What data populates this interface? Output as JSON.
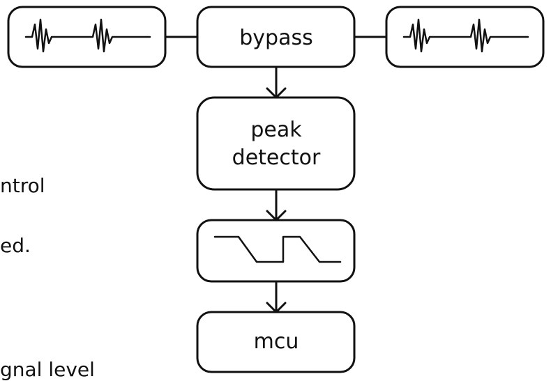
{
  "colors": {
    "stroke": "#111111",
    "background": "#ffffff"
  },
  "nodes": {
    "signal_in": {
      "icon": "waveform-bursts-icon"
    },
    "bypass": {
      "label": "bypass"
    },
    "signal_out": {
      "icon": "waveform-bursts-icon"
    },
    "peak_detector": {
      "label_line1": "peak",
      "label_line2": "detector"
    },
    "comparator": {
      "icon": "square-pulse-icon"
    },
    "mcu": {
      "label": "mcu"
    }
  },
  "side_text": {
    "line1": "ntrol",
    "line2": "ed.",
    "line3": "gnal level"
  }
}
